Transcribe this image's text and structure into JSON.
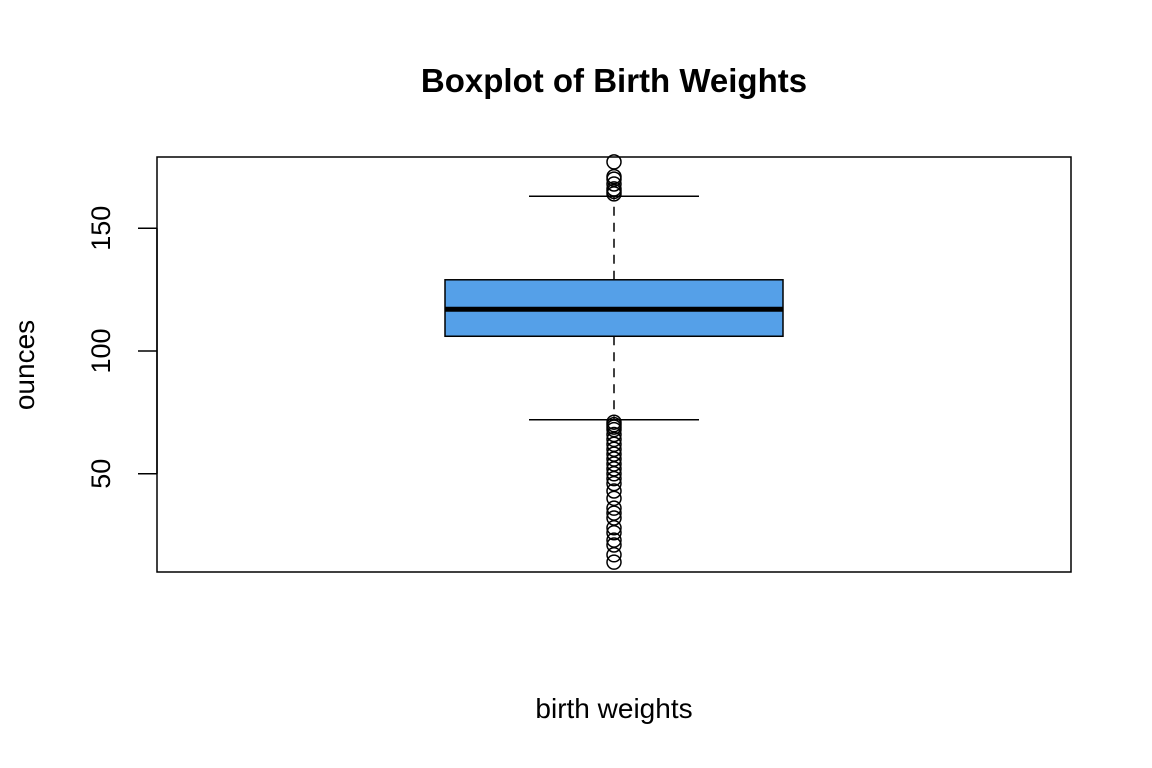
{
  "chart_data": {
    "type": "boxplot",
    "title": "Boxplot of Birth Weights",
    "xlabel": "birth weights",
    "ylabel": "ounces",
    "ylim": [
      10,
      179
    ],
    "yticks": [
      50,
      100,
      150
    ],
    "box_color": "#55A0E8",
    "series": [
      {
        "whisker_low": 72,
        "q1": 106,
        "median": 117,
        "q3": 129,
        "whisker_high": 163,
        "outliers_high": [
          164,
          165,
          166,
          168,
          170,
          171,
          177
        ],
        "outliers_low": [
          14,
          17,
          21,
          23,
          26,
          28,
          32,
          34,
          36,
          40,
          43,
          46,
          48,
          50,
          52,
          54,
          56,
          58,
          60,
          62,
          64,
          66,
          68,
          69,
          70,
          71
        ]
      }
    ]
  }
}
